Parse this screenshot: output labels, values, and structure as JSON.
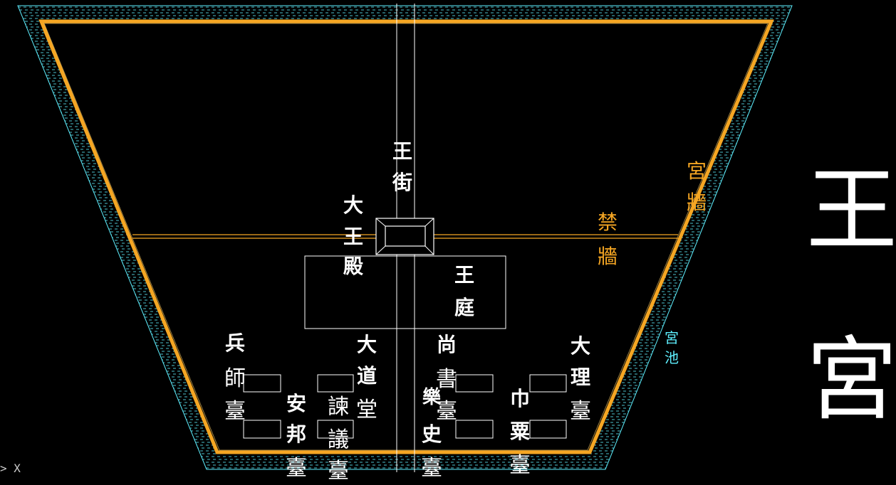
{
  "colors": {
    "background": "#000000",
    "outer_wall": "#f5a623",
    "moat": "#5ef0ff",
    "forbidden_wall": "#f5a623",
    "lines": "#ffffff",
    "label_white": "#ffffff",
    "label_orange": "#f5a623",
    "label_cyan": "#5ef0ff"
  },
  "labels": {
    "wang_jie": [
      "王",
      "街"
    ],
    "da_wang_dian": [
      "大",
      "王",
      "殿"
    ],
    "wang_ting": [
      "王",
      "庭"
    ],
    "gong_qiang": [
      "宮",
      "牆"
    ],
    "jin_qiang": [
      "禁",
      "牆"
    ],
    "gong_chi": [
      "宮",
      "池"
    ],
    "bing_shi_tai": [
      "兵",
      "師",
      "臺"
    ],
    "an_bang_tai": [
      "安",
      "邦",
      "臺"
    ],
    "jian_yi_tai": [
      "諫",
      "議",
      "臺"
    ],
    "da_dao_tang": [
      "大",
      "道",
      "堂"
    ],
    "shang_shu_tai": [
      "尚",
      "書",
      "臺"
    ],
    "yue_shi_tai": [
      "樂",
      "史",
      "臺"
    ],
    "jin_li_tai": [
      "巾",
      "粟",
      "臺"
    ],
    "da_li_tai": [
      "大",
      "理",
      "臺"
    ],
    "title": [
      "王",
      "宮"
    ]
  },
  "cmd_prompt": "> X"
}
